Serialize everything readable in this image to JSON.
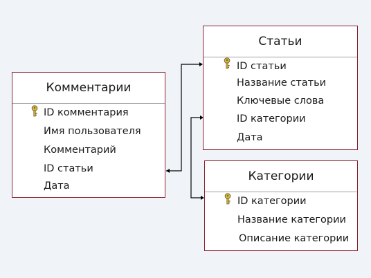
{
  "tables": {
    "comments": {
      "title": "Комментарии",
      "fields": [
        "ID комментария",
        "Имя пользователя",
        "Комментарий",
        "ID статьи",
        "Дата"
      ]
    },
    "articles": {
      "title": "Статьи",
      "fields": [
        "ID статьи",
        "Название статьи",
        "Ключевые слова",
        "ID категории",
        "Дата"
      ]
    },
    "categories": {
      "title": "Категории",
      "fields": [
        "ID категории",
        "Название категории",
        "Описание категории"
      ]
    }
  },
  "colors": {
    "table_border": "#8c1f2b",
    "divider": "#9aa0a6",
    "background": "#f0f4f8",
    "connector": "#000000",
    "key_fill": "#d4b84a"
  }
}
